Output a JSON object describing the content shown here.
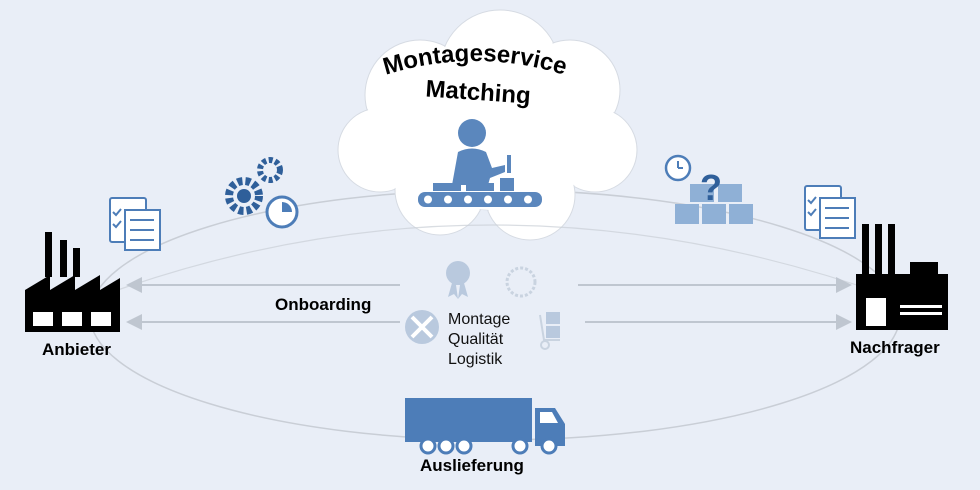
{
  "title_line1": "Montageservice",
  "title_line2": "Matching",
  "provider": "Anbieter",
  "customer": "Nachfrager",
  "onboarding": "Onboarding",
  "delivery": "Auslieferung",
  "services": [
    "Montage",
    "Qualität",
    "Logistik"
  ],
  "colors": {
    "background": "#e9eef7",
    "icon": "#4d7db8",
    "icon_light": "#b9c9de"
  }
}
